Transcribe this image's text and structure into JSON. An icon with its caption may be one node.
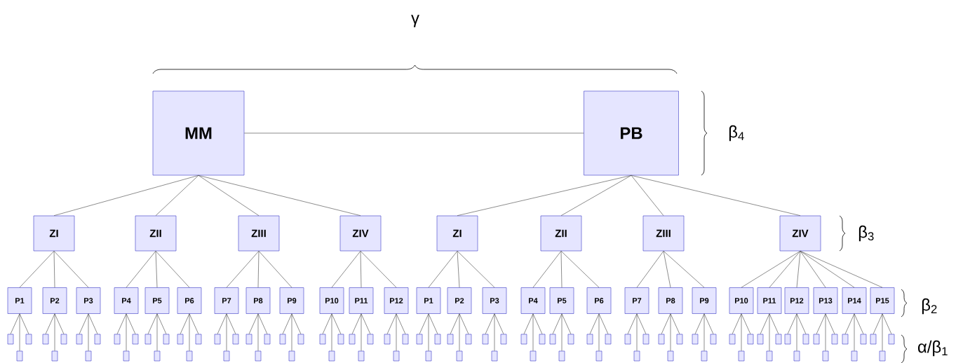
{
  "diagram": {
    "nodes": [
      {
        "text": [
          "MM"
        ]
      },
      {
        "text": [
          "PB"
        ]
      },
      {
        "text": [
          "ZI"
        ]
      },
      {
        "text": [
          "ZII"
        ]
      },
      {
        "text": [
          "ZIII"
        ]
      },
      {
        "text": [
          "ZIV"
        ]
      },
      {
        "text": [
          "ZI"
        ]
      },
      {
        "text": [
          "ZII"
        ]
      },
      {
        "text": [
          "ZIII"
        ]
      },
      {
        "text": [
          "ZIV"
        ]
      },
      {
        "text": [
          "P1"
        ]
      },
      {
        "text": [
          "P2"
        ]
      },
      {
        "text": [
          "P3"
        ]
      },
      {
        "text": [
          "P4"
        ]
      },
      {
        "text": [
          "P5"
        ]
      },
      {
        "text": [
          "P6"
        ]
      },
      {
        "text": [
          "P7"
        ]
      },
      {
        "text": [
          "P8"
        ]
      },
      {
        "text": [
          "P9"
        ]
      },
      {
        "text": [
          "P10"
        ]
      },
      {
        "text": [
          "P11"
        ]
      },
      {
        "text": [
          "P12"
        ]
      },
      {
        "text": [
          "P1"
        ]
      },
      {
        "text": [
          "P2"
        ]
      },
      {
        "text": [
          "P3"
        ]
      },
      {
        "text": [
          "P4"
        ]
      },
      {
        "text": [
          "P5"
        ]
      },
      {
        "text": [
          "P6"
        ]
      },
      {
        "text": [
          "P7"
        ]
      },
      {
        "text": [
          "P8"
        ]
      },
      {
        "text": [
          "P9"
        ]
      },
      {
        "text": [
          "P10"
        ]
      },
      {
        "text": [
          "P11"
        ]
      },
      {
        "text": [
          "P12"
        ]
      },
      {
        "text": [
          "P13"
        ]
      },
      {
        "text": [
          "P14"
        ]
      },
      {
        "text": [
          "P15"
        ]
      },
      {
        "text": [],
        "shape": "box"
      },
      {
        "text": [],
        "shape": "box"
      },
      {
        "text": [],
        "shape": "box"
      },
      {
        "text": [],
        "shape": "box"
      },
      {
        "text": [],
        "shape": "box"
      },
      {
        "text": [],
        "shape": "box"
      },
      {
        "text": [],
        "shape": "box"
      },
      {
        "text": [],
        "shape": "box"
      },
      {
        "text": [],
        "shape": "box"
      },
      {
        "text": [],
        "shape": "box"
      },
      {
        "text": [],
        "shape": "box"
      },
      {
        "text": [],
        "shape": "box"
      },
      {
        "text": [],
        "shape": "box"
      },
      {
        "text": [],
        "shape": "box"
      },
      {
        "text": [],
        "shape": "box"
      },
      {
        "text": [],
        "shape": "box"
      },
      {
        "text": [],
        "shape": "box"
      },
      {
        "text": [],
        "shape": "box"
      },
      {
        "text": [],
        "shape": "box"
      },
      {
        "text": [],
        "shape": "box"
      },
      {
        "text": [],
        "shape": "box"
      },
      {
        "text": [],
        "shape": "box"
      },
      {
        "text": [],
        "shape": "box"
      },
      {
        "text": [],
        "shape": "box"
      },
      {
        "text": [],
        "shape": "box"
      },
      {
        "text": [],
        "shape": "box"
      },
      {
        "text": [],
        "shape": "box"
      },
      {
        "text": [],
        "shape": "box"
      },
      {
        "text": [],
        "shape": "box"
      },
      {
        "text": [],
        "shape": "box"
      },
      {
        "text": [],
        "shape": "box"
      },
      {
        "text": [],
        "shape": "box"
      },
      {
        "text": [],
        "shape": "box"
      },
      {
        "text": [],
        "shape": "box"
      },
      {
        "text": [],
        "shape": "box"
      },
      {
        "text": [],
        "shape": "box"
      },
      {
        "text": [],
        "shape": "box"
      },
      {
        "text": [],
        "shape": "box"
      },
      {
        "text": [],
        "shape": "box"
      },
      {
        "text": [],
        "shape": "box"
      },
      {
        "text": [],
        "shape": "box"
      },
      {
        "text": [],
        "shape": "box"
      },
      {
        "text": [],
        "shape": "box"
      },
      {
        "text": [],
        "shape": "box"
      },
      {
        "text": [],
        "shape": "box"
      },
      {
        "text": [],
        "shape": "box"
      },
      {
        "text": [],
        "shape": "box"
      },
      {
        "text": [],
        "shape": "box"
      },
      {
        "text": [],
        "shape": "box"
      },
      {
        "text": [],
        "shape": "box"
      },
      {
        "text": [],
        "shape": "box"
      },
      {
        "text": [],
        "shape": "box"
      },
      {
        "text": [],
        "shape": "box"
      },
      {
        "text": [],
        "shape": "box"
      },
      {
        "text": [],
        "shape": "box"
      },
      {
        "text": [],
        "shape": "box"
      },
      {
        "text": [],
        "shape": "box"
      },
      {
        "text": [],
        "shape": "box"
      },
      {
        "text": [],
        "shape": "box"
      },
      {
        "text": [],
        "shape": "box"
      },
      {
        "text": [],
        "shape": "box"
      },
      {
        "text": [],
        "shape": "box"
      },
      {
        "text": [],
        "shape": "box"
      },
      {
        "text": [],
        "shape": "box"
      },
      {
        "text": [],
        "shape": "box"
      },
      {
        "text": [],
        "shape": "box"
      },
      {
        "text": [],
        "shape": "box"
      },
      {
        "text": [],
        "shape": "box"
      },
      {
        "text": [],
        "shape": "box"
      },
      {
        "text": [],
        "shape": "box"
      },
      {
        "text": [],
        "shape": "box"
      },
      {
        "text": [],
        "shape": "box"
      },
      {
        "text": [],
        "shape": "box"
      },
      {
        "text": [],
        "shape": "box"
      },
      {
        "text": [],
        "shape": "box"
      },
      {
        "text": [],
        "shape": "box"
      },
      {
        "text": [],
        "shape": "box"
      },
      {
        "text": [],
        "shape": "box"
      },
      {
        "text": [],
        "shape": "box"
      },
      {
        "text": [],
        "shape": "box"
      },
      {
        "text": [],
        "shape": "box"
      }
    ],
    "edges": [
      {
        "from": 0,
        "to": 1,
        "arrow": "none"
      },
      {
        "from": 0,
        "to": 2,
        "arrow": "none"
      },
      {
        "from": 0,
        "to": 3,
        "arrow": "none"
      },
      {
        "from": 0,
        "to": 4,
        "arrow": "none"
      },
      {
        "from": 0,
        "to": 5,
        "arrow": "none"
      },
      {
        "from": 1,
        "to": 6,
        "arrow": "none"
      },
      {
        "from": 1,
        "to": 7,
        "arrow": "none"
      },
      {
        "from": 1,
        "to": 8,
        "arrow": "none"
      },
      {
        "from": 1,
        "to": 9,
        "arrow": "none"
      },
      {
        "from": 2,
        "to": 10,
        "arrow": "none"
      },
      {
        "from": 2,
        "to": 11,
        "arrow": "none"
      },
      {
        "from": 2,
        "to": 12,
        "arrow": "none"
      },
      {
        "from": 3,
        "to": 13,
        "arrow": "none"
      },
      {
        "from": 3,
        "to": 14,
        "arrow": "none"
      },
      {
        "from": 3,
        "to": 15,
        "arrow": "none"
      },
      {
        "from": 4,
        "to": 16,
        "arrow": "none"
      },
      {
        "from": 4,
        "to": 17,
        "arrow": "none"
      },
      {
        "from": 4,
        "to": 18,
        "arrow": "none"
      },
      {
        "from": 5,
        "to": 19,
        "arrow": "none"
      },
      {
        "from": 5,
        "to": 20,
        "arrow": "none"
      },
      {
        "from": 5,
        "to": 21,
        "arrow": "none"
      },
      {
        "from": 6,
        "to": 22,
        "arrow": "none"
      },
      {
        "from": 6,
        "to": 23,
        "arrow": "none"
      },
      {
        "from": 6,
        "to": 24,
        "arrow": "none"
      },
      {
        "from": 7,
        "to": 25,
        "arrow": "none"
      },
      {
        "from": 7,
        "to": 26,
        "arrow": "none"
      },
      {
        "from": 7,
        "to": 27,
        "arrow": "none"
      },
      {
        "from": 8,
        "to": 28,
        "arrow": "none"
      },
      {
        "from": 8,
        "to": 29,
        "arrow": "none"
      },
      {
        "from": 8,
        "to": 30,
        "arrow": "none"
      },
      {
        "from": 9,
        "to": 31,
        "arrow": "none"
      },
      {
        "from": 9,
        "to": 32,
        "arrow": "none"
      },
      {
        "from": 9,
        "to": 33,
        "arrow": "none"
      },
      {
        "from": 9,
        "to": 34,
        "arrow": "none"
      },
      {
        "from": 9,
        "to": 35,
        "arrow": "none"
      },
      {
        "from": 9,
        "to": 36,
        "arrow": "none"
      },
      {
        "from": 10,
        "to": 37,
        "arrow": "none"
      },
      {
        "from": 10,
        "to": 38,
        "arrow": "none"
      },
      {
        "from": 10,
        "to": 39,
        "arrow": "none"
      },
      {
        "from": 11,
        "to": 40,
        "arrow": "none"
      },
      {
        "from": 11,
        "to": 41,
        "arrow": "none"
      },
      {
        "from": 11,
        "to": 42,
        "arrow": "none"
      },
      {
        "from": 12,
        "to": 43,
        "arrow": "none"
      },
      {
        "from": 12,
        "to": 44,
        "arrow": "none"
      },
      {
        "from": 12,
        "to": 45,
        "arrow": "none"
      },
      {
        "from": 13,
        "to": 46,
        "arrow": "none"
      },
      {
        "from": 13,
        "to": 47,
        "arrow": "none"
      },
      {
        "from": 13,
        "to": 48,
        "arrow": "none"
      },
      {
        "from": 14,
        "to": 49,
        "arrow": "none"
      },
      {
        "from": 14,
        "to": 50,
        "arrow": "none"
      },
      {
        "from": 14,
        "to": 51,
        "arrow": "none"
      },
      {
        "from": 15,
        "to": 52,
        "arrow": "none"
      },
      {
        "from": 15,
        "to": 53,
        "arrow": "none"
      },
      {
        "from": 15,
        "to": 54,
        "arrow": "none"
      },
      {
        "from": 16,
        "to": 55,
        "arrow": "none"
      },
      {
        "from": 16,
        "to": 56,
        "arrow": "none"
      },
      {
        "from": 16,
        "to": 57,
        "arrow": "none"
      },
      {
        "from": 17,
        "to": 58,
        "arrow": "none"
      },
      {
        "from": 17,
        "to": 59,
        "arrow": "none"
      },
      {
        "from": 17,
        "to": 60,
        "arrow": "none"
      },
      {
        "from": 18,
        "to": 61,
        "arrow": "none"
      },
      {
        "from": 18,
        "to": 62,
        "arrow": "none"
      },
      {
        "from": 18,
        "to": 63,
        "arrow": "none"
      },
      {
        "from": 19,
        "to": 64,
        "arrow": "none"
      },
      {
        "from": 19,
        "to": 65,
        "arrow": "none"
      },
      {
        "from": 19,
        "to": 66,
        "arrow": "none"
      },
      {
        "from": 20,
        "to": 67,
        "arrow": "none"
      },
      {
        "from": 20,
        "to": 68,
        "arrow": "none"
      },
      {
        "from": 20,
        "to": 69,
        "arrow": "none"
      },
      {
        "from": 21,
        "to": 70,
        "arrow": "none"
      },
      {
        "from": 21,
        "to": 71,
        "arrow": "none"
      },
      {
        "from": 21,
        "to": 72,
        "arrow": "none"
      },
      {
        "from": 22,
        "to": 73,
        "arrow": "none"
      },
      {
        "from": 22,
        "to": 74,
        "arrow": "none"
      },
      {
        "from": 22,
        "to": 75,
        "arrow": "none"
      },
      {
        "from": 23,
        "to": 76,
        "arrow": "none"
      },
      {
        "from": 23,
        "to": 77,
        "arrow": "none"
      },
      {
        "from": 23,
        "to": 78,
        "arrow": "none"
      },
      {
        "from": 24,
        "to": 79,
        "arrow": "none"
      },
      {
        "from": 24,
        "to": 80,
        "arrow": "none"
      },
      {
        "from": 24,
        "to": 81,
        "arrow": "none"
      },
      {
        "from": 25,
        "to": 82,
        "arrow": "none"
      },
      {
        "from": 25,
        "to": 83,
        "arrow": "none"
      },
      {
        "from": 25,
        "to": 84,
        "arrow": "none"
      },
      {
        "from": 26,
        "to": 85,
        "arrow": "none"
      },
      {
        "from": 26,
        "to": 86,
        "arrow": "none"
      },
      {
        "from": 26,
        "to": 87,
        "arrow": "none"
      },
      {
        "from": 27,
        "to": 88,
        "arrow": "none"
      },
      {
        "from": 27,
        "to": 89,
        "arrow": "none"
      },
      {
        "from": 27,
        "to": 90,
        "arrow": "none"
      },
      {
        "from": 28,
        "to": 91,
        "arrow": "none"
      },
      {
        "from": 28,
        "to": 92,
        "arrow": "none"
      },
      {
        "from": 28,
        "to": 93,
        "arrow": "none"
      },
      {
        "from": 29,
        "to": 94,
        "arrow": "none"
      },
      {
        "from": 29,
        "to": 95,
        "arrow": "none"
      },
      {
        "from": 29,
        "to": 96,
        "arrow": "none"
      },
      {
        "from": 30,
        "to": 97,
        "arrow": "none"
      },
      {
        "from": 30,
        "to": 98,
        "arrow": "none"
      },
      {
        "from": 30,
        "to": 99,
        "arrow": "none"
      },
      {
        "from": 31,
        "to": 100,
        "arrow": "none"
      },
      {
        "from": 31,
        "to": 101,
        "arrow": "none"
      },
      {
        "from": 31,
        "to": 102,
        "arrow": "none"
      },
      {
        "from": 32,
        "to": 103,
        "arrow": "none"
      },
      {
        "from": 32,
        "to": 104,
        "arrow": "none"
      },
      {
        "from": 32,
        "to": 105,
        "arrow": "none"
      },
      {
        "from": 33,
        "to": 106,
        "arrow": "none"
      },
      {
        "from": 33,
        "to": 107,
        "arrow": "none"
      },
      {
        "from": 33,
        "to": 108,
        "arrow": "none"
      },
      {
        "from": 34,
        "to": 109,
        "arrow": "none"
      },
      {
        "from": 34,
        "to": 110,
        "arrow": "none"
      },
      {
        "from": 34,
        "to": 111,
        "arrow": "none"
      },
      {
        "from": 35,
        "to": 112,
        "arrow": "none"
      },
      {
        "from": 35,
        "to": 113,
        "arrow": "none"
      },
      {
        "from": 35,
        "to": 114,
        "arrow": "none"
      },
      {
        "from": 36,
        "to": 115,
        "arrow": "none"
      },
      {
        "from": 36,
        "to": 116,
        "arrow": "none"
      },
      {
        "from": 36,
        "to": 117,
        "arrow": "none"
      }
    ],
    "labels": [
      "γ",
      "β$_{4}$",
      "β$_{3}$",
      "β$_{2}$",
      "α/β$_{1}$"
    ]
  }
}
